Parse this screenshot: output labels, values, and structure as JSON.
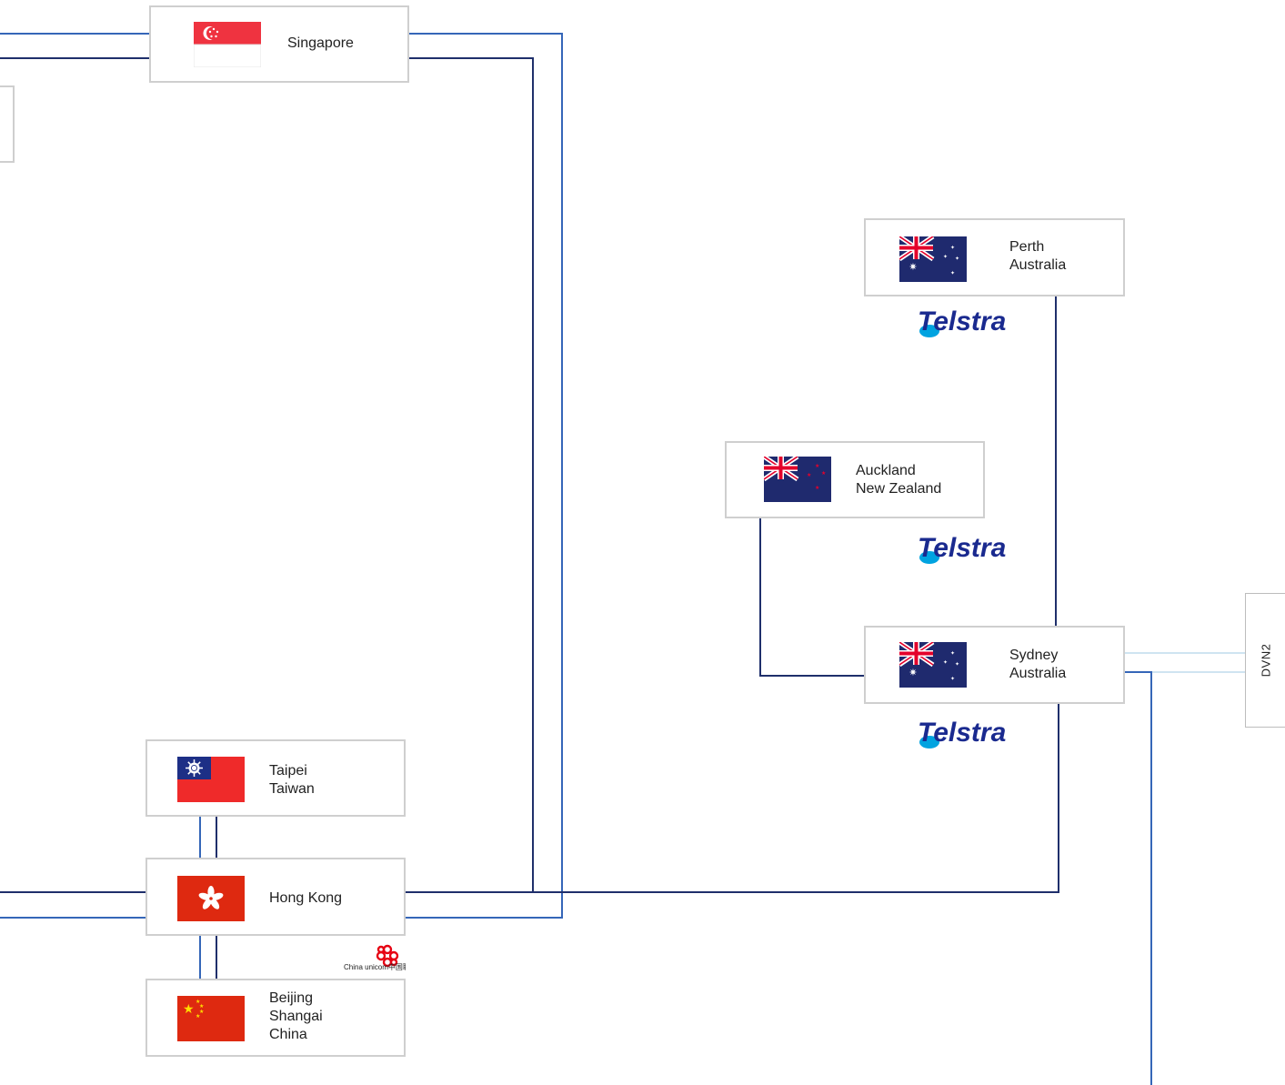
{
  "colors": {
    "dark_line": "#1f2f6b",
    "blue_line": "#3566b8",
    "light_line": "#cfe4f1",
    "border": "#cfcfcf"
  },
  "nodes": {
    "singapore": {
      "lines": [
        "Singapore"
      ],
      "flag": "singapore-flag-icon"
    },
    "perth": {
      "lines": [
        "Perth",
        "Australia"
      ],
      "flag": "australia-flag-icon"
    },
    "auckland": {
      "lines": [
        "Auckland",
        "New Zealand"
      ],
      "flag": "new-zealand-flag-icon"
    },
    "sydney": {
      "lines": [
        "Sydney",
        "Australia"
      ],
      "flag": "australia-flag-icon"
    },
    "taipei": {
      "lines": [
        "Taipei",
        "Taiwan"
      ],
      "flag": "taiwan-flag-icon"
    },
    "hongkong": {
      "lines": [
        "Hong Kong"
      ],
      "flag": "hong-kong-flag-icon"
    },
    "beijing": {
      "lines": [
        "Beijing",
        "Shangai",
        "China"
      ],
      "flag": "china-flag-icon"
    }
  },
  "logos": {
    "telstra": "Telstra",
    "china_unicom": "China unicom中国联通"
  },
  "dvn": {
    "label": "DVN2"
  }
}
